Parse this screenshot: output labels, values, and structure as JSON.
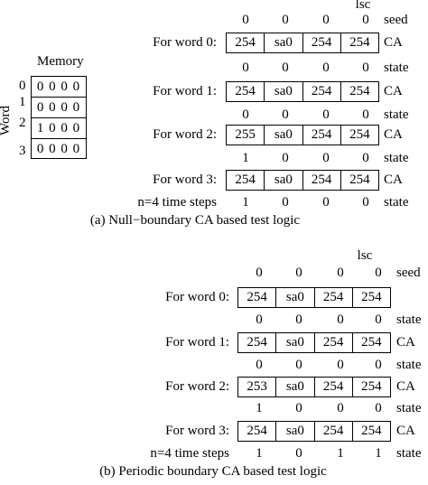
{
  "memory": {
    "title": "Memory",
    "axis_label": "Word",
    "indices": [
      "0",
      "1",
      "2",
      "3"
    ],
    "rows": [
      "0 0 0 0",
      "0 0 0 0",
      "1 0 0 0",
      "0 0 0 0"
    ]
  },
  "panel_a": {
    "lsc_label": "lsc",
    "caption": "(a) Null−boundary CA based test logic",
    "steps_label": "n=4 time steps",
    "rows": [
      {
        "type": "values",
        "values": [
          "0",
          "0",
          "0",
          "0"
        ],
        "tag": "seed"
      },
      {
        "type": "ca",
        "label": "For word 0:",
        "cells": [
          "254",
          "sa0",
          "254",
          "254"
        ],
        "tag": "CA"
      },
      {
        "type": "values",
        "values": [
          "0",
          "0",
          "0",
          "0"
        ],
        "tag": "state"
      },
      {
        "type": "ca",
        "label": "For word 1:",
        "cells": [
          "254",
          "sa0",
          "254",
          "254"
        ],
        "tag": "CA"
      },
      {
        "type": "values",
        "values": [
          "0",
          "0",
          "0",
          "0"
        ],
        "tag": "state"
      },
      {
        "type": "ca",
        "label": "For word 2:",
        "cells": [
          "255",
          "sa0",
          "254",
          "254"
        ],
        "tag": "CA"
      },
      {
        "type": "values",
        "values": [
          "1",
          "0",
          "0",
          "0"
        ],
        "tag": "state"
      },
      {
        "type": "ca",
        "label": "For word 3:",
        "cells": [
          "254",
          "sa0",
          "254",
          "254"
        ],
        "tag": "CA"
      },
      {
        "type": "values",
        "values": [
          "1",
          "0",
          "0",
          "0"
        ],
        "tag": "state",
        "label": "n=4 time steps"
      }
    ]
  },
  "panel_b": {
    "lsc_label": "lsc",
    "caption": "(b) Periodic boundary CA based test logic",
    "steps_label": "n=4 time steps",
    "rows": [
      {
        "type": "values",
        "values": [
          "0",
          "0",
          "0",
          "0"
        ],
        "tag": "seed"
      },
      {
        "type": "ca",
        "label": "For word 0:",
        "cells": [
          "254",
          "sa0",
          "254",
          "254"
        ],
        "tag": ""
      },
      {
        "type": "values",
        "values": [
          "0",
          "0",
          "0",
          "0"
        ],
        "tag": "state"
      },
      {
        "type": "ca",
        "label": "For word 1:",
        "cells": [
          "254",
          "sa0",
          "254",
          "254"
        ],
        "tag": "CA"
      },
      {
        "type": "values",
        "values": [
          "0",
          "0",
          "0",
          "0"
        ],
        "tag": "state"
      },
      {
        "type": "ca",
        "label": "For word 2:",
        "cells": [
          "253",
          "sa0",
          "254",
          "254"
        ],
        "tag": "CA"
      },
      {
        "type": "values",
        "values": [
          "1",
          "0",
          "0",
          "0"
        ],
        "tag": "state"
      },
      {
        "type": "ca",
        "label": "For word 3:",
        "cells": [
          "254",
          "sa0",
          "254",
          "254"
        ],
        "tag": "CA"
      },
      {
        "type": "values",
        "values": [
          "1",
          "0",
          "1",
          "1"
        ],
        "tag": "state",
        "label": "n=4 time steps"
      }
    ]
  }
}
